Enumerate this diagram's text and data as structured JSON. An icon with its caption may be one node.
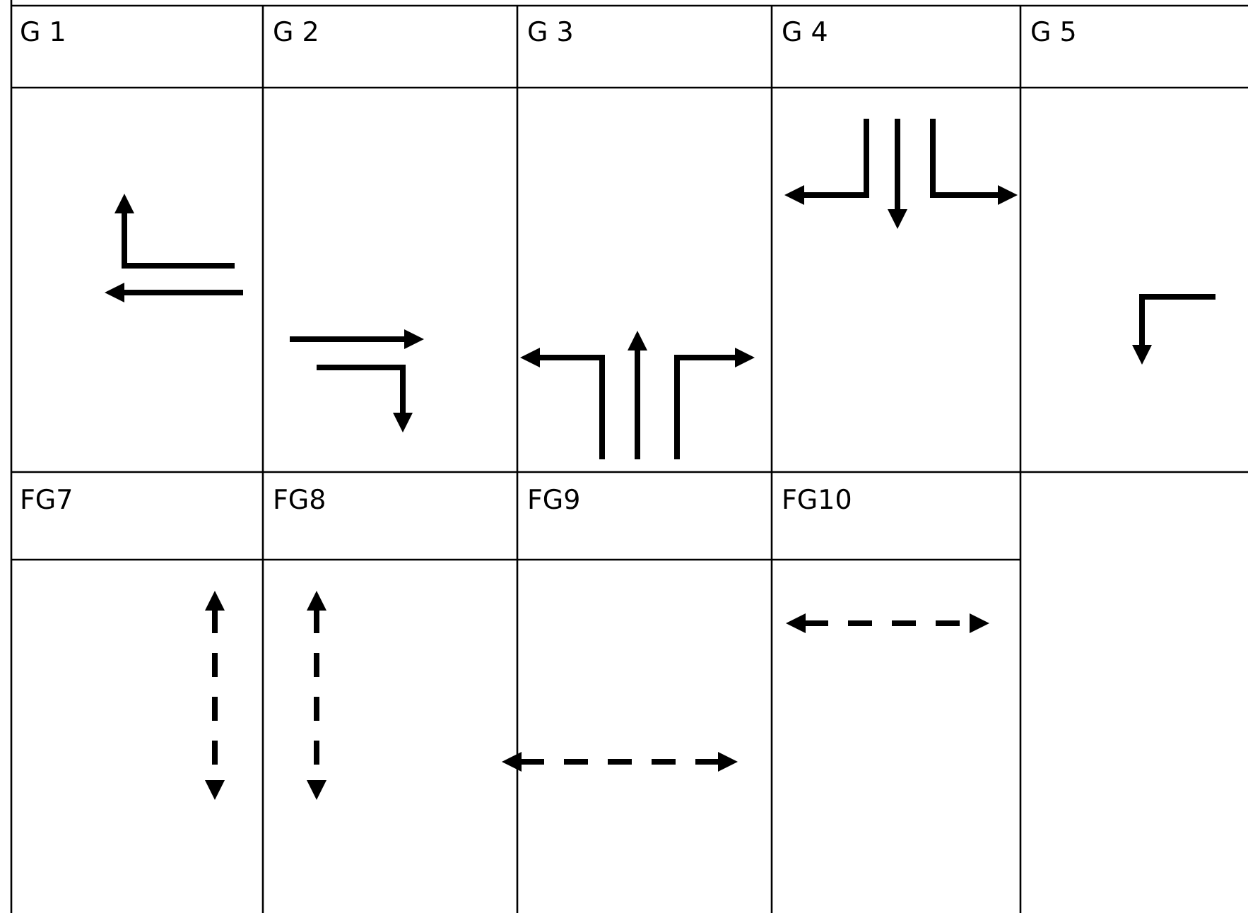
{
  "diagram": {
    "labels": [
      "G 1",
      "G 2",
      "G 3",
      "G 4",
      "G 5",
      "FG7",
      "FG8",
      "FG9",
      "FG10"
    ]
  }
}
